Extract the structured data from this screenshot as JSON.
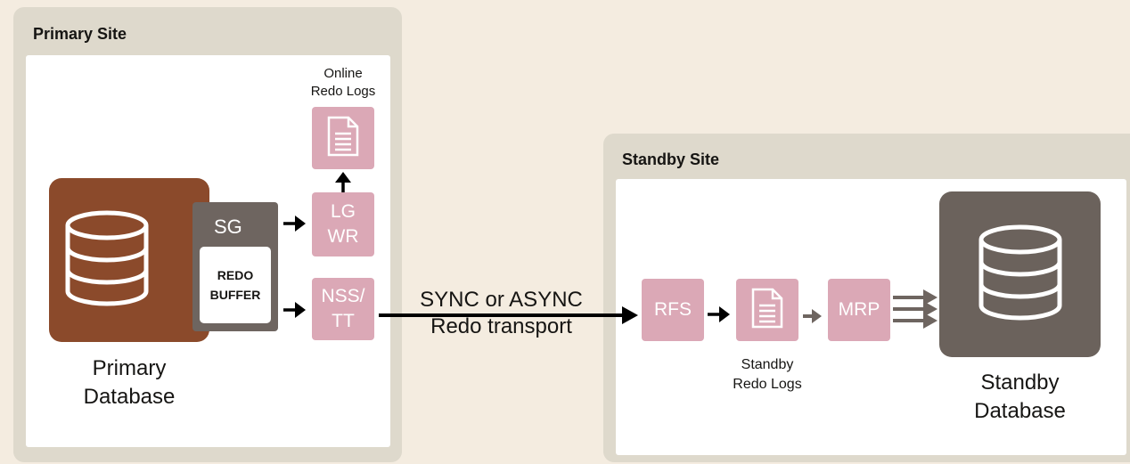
{
  "primary_site": {
    "title": "Primary Site",
    "database_label_line1": "Primary",
    "database_label_line2": "Database",
    "sga_label": "SG",
    "redo_buffer_line1": "REDO",
    "redo_buffer_line2": "BUFFER",
    "lgwr_line1": "LG",
    "lgwr_line2": "WR",
    "nss_line1": "NSS/",
    "nss_line2": "TT",
    "online_logs_line1": "Online",
    "online_logs_line2": "Redo Logs"
  },
  "transport": {
    "line1": "SYNC or ASYNC",
    "line2": "Redo transport"
  },
  "standby_site": {
    "title": "Standby Site",
    "rfs_label": "RFS",
    "mrp_label": "MRP",
    "standby_logs_line1": "Standby",
    "standby_logs_line2": "Redo Logs",
    "database_label_line1": "Standby",
    "database_label_line2": "Database"
  },
  "colors": {
    "background": "#f4ece0",
    "frame": "#ded9cc",
    "primary_db": "#8b4a2b",
    "sga": "#6e6560",
    "process": "#dba8b6",
    "standby_db": "#6b625c"
  }
}
